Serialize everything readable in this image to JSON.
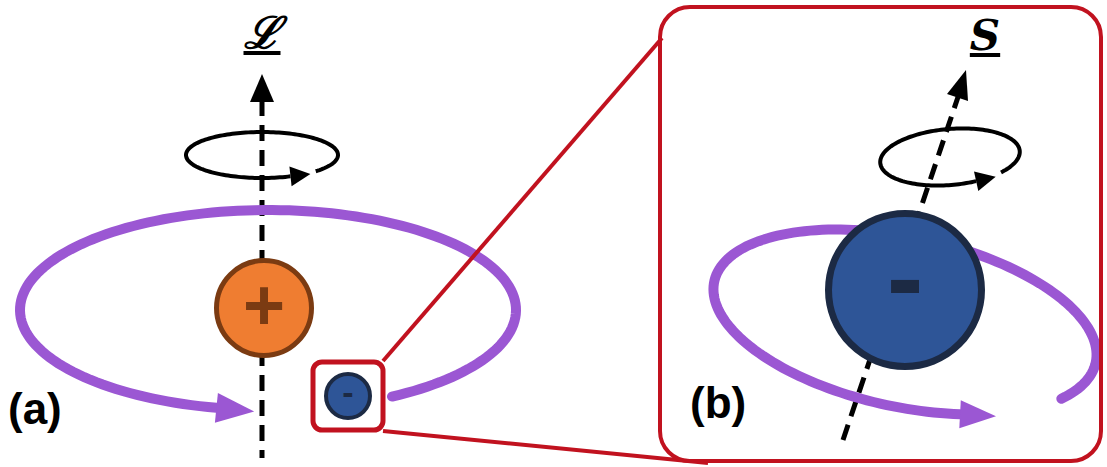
{
  "diagram": {
    "nodes": [
      {
        "text": [
          "+"
        ]
      },
      {
        "text": [
          "-"
        ]
      },
      {
        "text": [
          "(b)"
        ]
      },
      {
        "text": [
          "-"
        ],
        "in": 2
      }
    ],
    "labels": [
      "ℒ",
      "S",
      "(a)"
    ]
  }
}
